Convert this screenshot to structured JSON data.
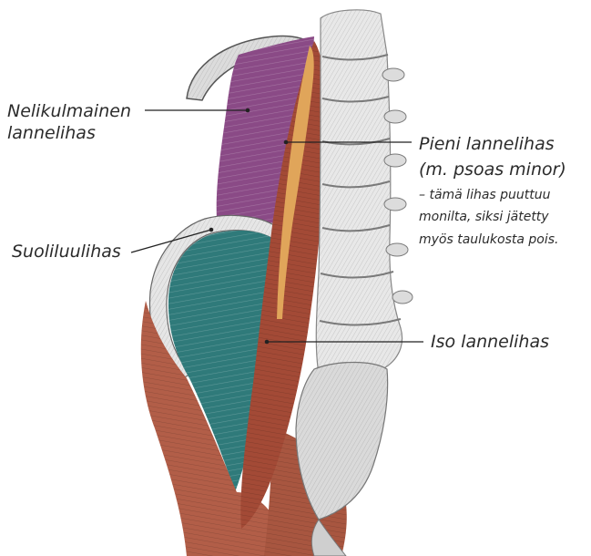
{
  "labels": {
    "quadratus_line1": "Nelikulmainen",
    "quadratus_line2": "lannelihas",
    "psoas_minor_line1": "Pieni lannelihas",
    "psoas_minor_line2": "(m. psoas minor)",
    "psoas_minor_note1": "– tämä lihas puuttuu",
    "psoas_minor_note2": "monilta, siksi jätetty",
    "psoas_minor_note3": "myös taulukosta pois.",
    "iliacus": "Suoliluulihas",
    "psoas_major": "Iso lannelihas"
  },
  "colors": {
    "quadratus": "#8a4a86",
    "iliacus": "#2f7a7a",
    "psoas_major": "#a34a36",
    "psoas_minor": "#e0a55a",
    "bone": "#e8e8e8",
    "bone_shadow": "#9a9a9a",
    "leg_muscle": "#b25e48",
    "label_text": "#2b2b2b",
    "leader_line": "#222222"
  }
}
